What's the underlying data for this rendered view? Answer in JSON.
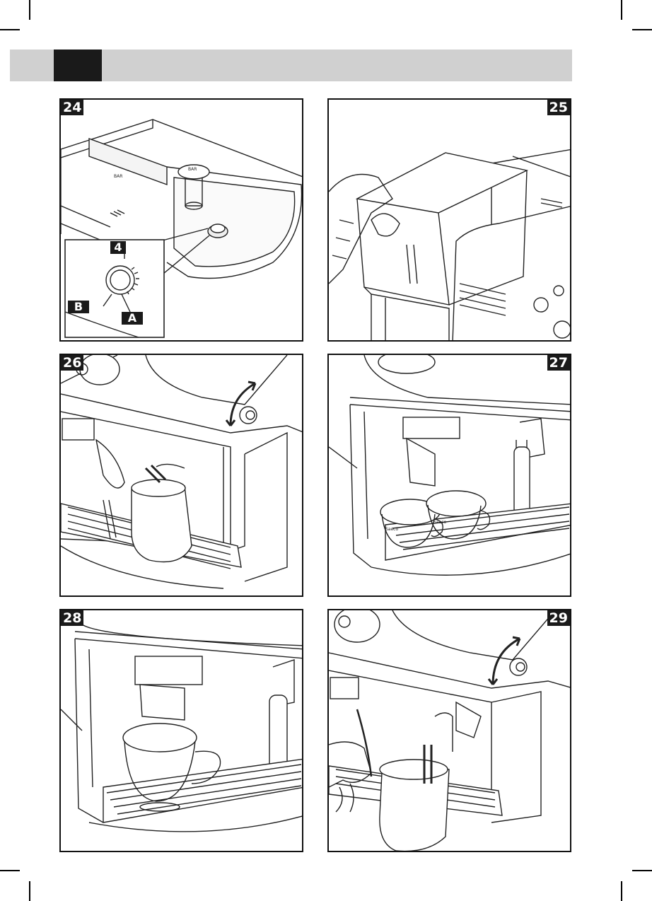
{
  "page": {
    "header_block_color": "#1a1a1a",
    "header_bar_color": "#d0d0d0"
  },
  "figures": [
    {
      "number": "24",
      "callouts": {
        "level": "4",
        "b": "B",
        "a": "A"
      },
      "knob_text": "BAR"
    },
    {
      "number": "25"
    },
    {
      "number": "26"
    },
    {
      "number": "27",
      "cup_brand": "Saeco"
    },
    {
      "number": "28"
    },
    {
      "number": "29"
    }
  ]
}
